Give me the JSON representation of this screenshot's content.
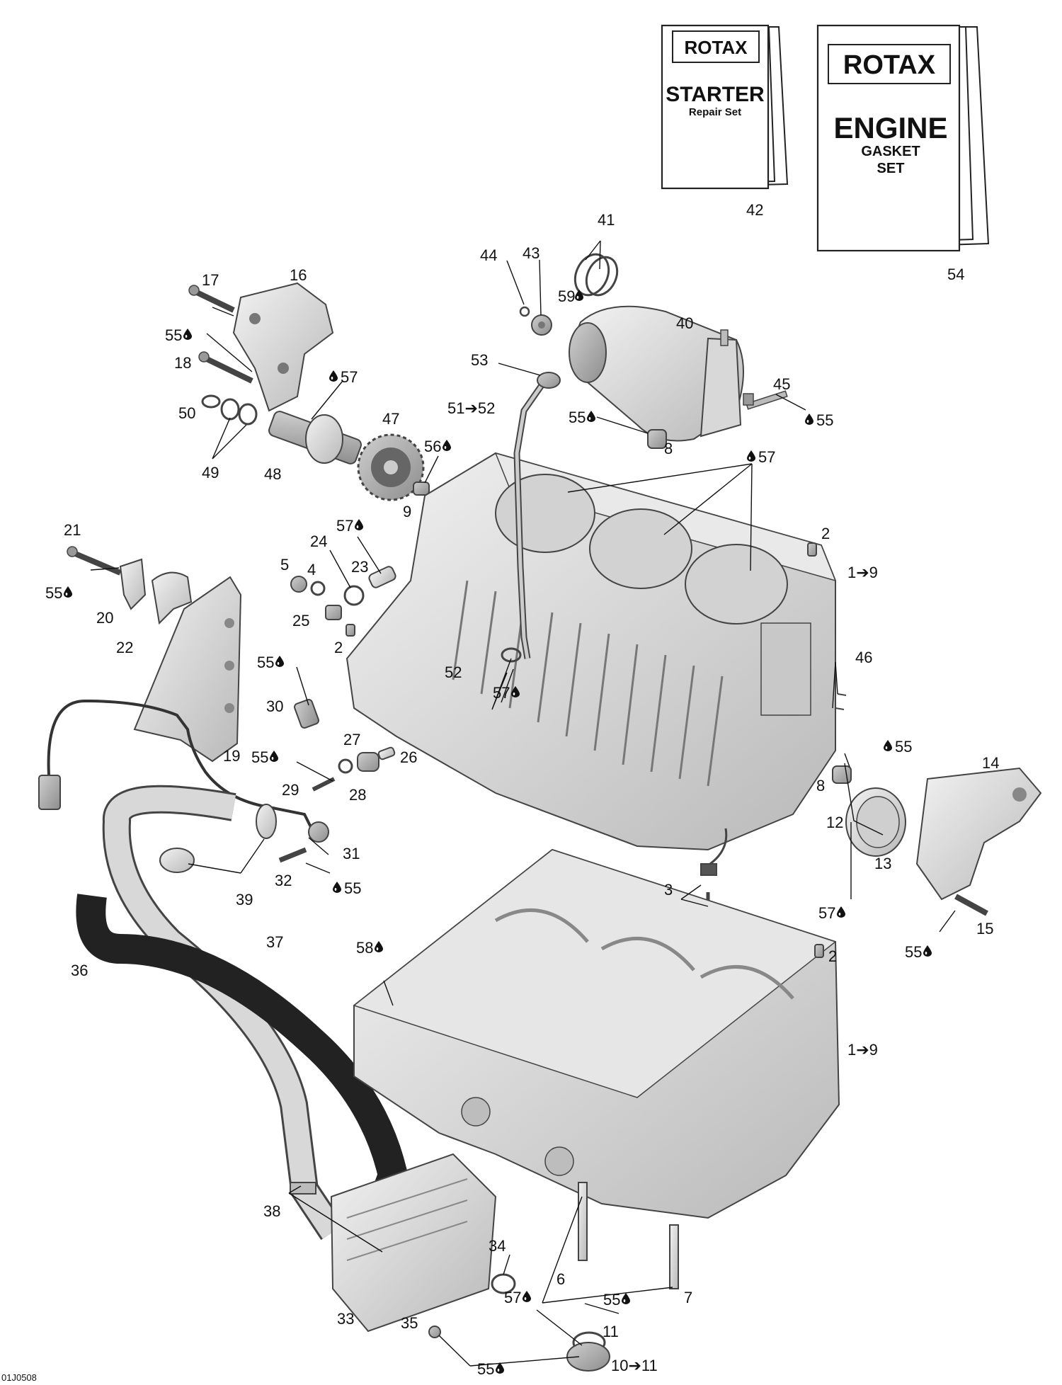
{
  "diagram_code": "01J0508",
  "kits": {
    "starter": {
      "brand": "ROTAX",
      "title": "STARTER",
      "subtitle": "Repair Set",
      "callout": "42"
    },
    "engine": {
      "brand": "ROTAX",
      "title": "ENGINE",
      "line2": "GASKET",
      "line3": "SET",
      "callout": "54"
    }
  },
  "callouts": [
    {
      "id": "c41",
      "text": "41"
    },
    {
      "id": "c44",
      "text": "44"
    },
    {
      "id": "c43",
      "text": "43"
    },
    {
      "id": "c59",
      "text": "59"
    },
    {
      "id": "c40",
      "text": "40"
    },
    {
      "id": "c17",
      "text": "17"
    },
    {
      "id": "c16",
      "text": "16"
    },
    {
      "id": "c55a",
      "text": "55"
    },
    {
      "id": "c18",
      "text": "18"
    },
    {
      "id": "c57a",
      "text": "57"
    },
    {
      "id": "c53",
      "text": "53"
    },
    {
      "id": "c45",
      "text": "45"
    },
    {
      "id": "c51",
      "text": "51➔52"
    },
    {
      "id": "c55b",
      "text": "55"
    },
    {
      "id": "c55c",
      "text": "55"
    },
    {
      "id": "c50",
      "text": "50"
    },
    {
      "id": "c47",
      "text": "47"
    },
    {
      "id": "c8a",
      "text": "8"
    },
    {
      "id": "c49",
      "text": "49"
    },
    {
      "id": "c48",
      "text": "48"
    },
    {
      "id": "c56",
      "text": "56"
    },
    {
      "id": "c57b",
      "text": "57"
    },
    {
      "id": "c9",
      "text": "9"
    },
    {
      "id": "c21",
      "text": "21"
    },
    {
      "id": "c57c",
      "text": "57"
    },
    {
      "id": "c24",
      "text": "24"
    },
    {
      "id": "c2a",
      "text": "2"
    },
    {
      "id": "c5",
      "text": "5"
    },
    {
      "id": "c4",
      "text": "4"
    },
    {
      "id": "c23",
      "text": "23"
    },
    {
      "id": "c1a",
      "text": "1➔9"
    },
    {
      "id": "c55d",
      "text": "55"
    },
    {
      "id": "c20",
      "text": "20"
    },
    {
      "id": "c25",
      "text": "25"
    },
    {
      "id": "c22",
      "text": "22"
    },
    {
      "id": "c2b",
      "text": "2"
    },
    {
      "id": "c46",
      "text": "46"
    },
    {
      "id": "c55e",
      "text": "55"
    },
    {
      "id": "c52",
      "text": "52"
    },
    {
      "id": "c57d",
      "text": "57"
    },
    {
      "id": "c30",
      "text": "30"
    },
    {
      "id": "c19",
      "text": "19"
    },
    {
      "id": "c27",
      "text": "27"
    },
    {
      "id": "c55f",
      "text": "55"
    },
    {
      "id": "c26",
      "text": "26"
    },
    {
      "id": "c14",
      "text": "14"
    },
    {
      "id": "c55g",
      "text": "55"
    },
    {
      "id": "c29",
      "text": "29"
    },
    {
      "id": "c28",
      "text": "28"
    },
    {
      "id": "c8b",
      "text": "8"
    },
    {
      "id": "c12",
      "text": "12"
    },
    {
      "id": "c31",
      "text": "31"
    },
    {
      "id": "c13",
      "text": "13"
    },
    {
      "id": "c32",
      "text": "32"
    },
    {
      "id": "c55h",
      "text": "55"
    },
    {
      "id": "c39",
      "text": "39"
    },
    {
      "id": "c3",
      "text": "3"
    },
    {
      "id": "c57e",
      "text": "57"
    },
    {
      "id": "c15",
      "text": "15"
    },
    {
      "id": "c37",
      "text": "37"
    },
    {
      "id": "c58",
      "text": "58"
    },
    {
      "id": "c2c",
      "text": "2"
    },
    {
      "id": "c55i",
      "text": "55"
    },
    {
      "id": "c36",
      "text": "36"
    },
    {
      "id": "c1b",
      "text": "1➔9"
    },
    {
      "id": "c34",
      "text": "34"
    },
    {
      "id": "c6",
      "text": "6"
    },
    {
      "id": "c38",
      "text": "38"
    },
    {
      "id": "c33",
      "text": "33"
    },
    {
      "id": "c57f",
      "text": "57"
    },
    {
      "id": "c55j",
      "text": "55"
    },
    {
      "id": "c7",
      "text": "7"
    },
    {
      "id": "c35",
      "text": "35"
    },
    {
      "id": "c11",
      "text": "11"
    },
    {
      "id": "c55k",
      "text": "55"
    },
    {
      "id": "c10",
      "text": "10➔11"
    }
  ]
}
